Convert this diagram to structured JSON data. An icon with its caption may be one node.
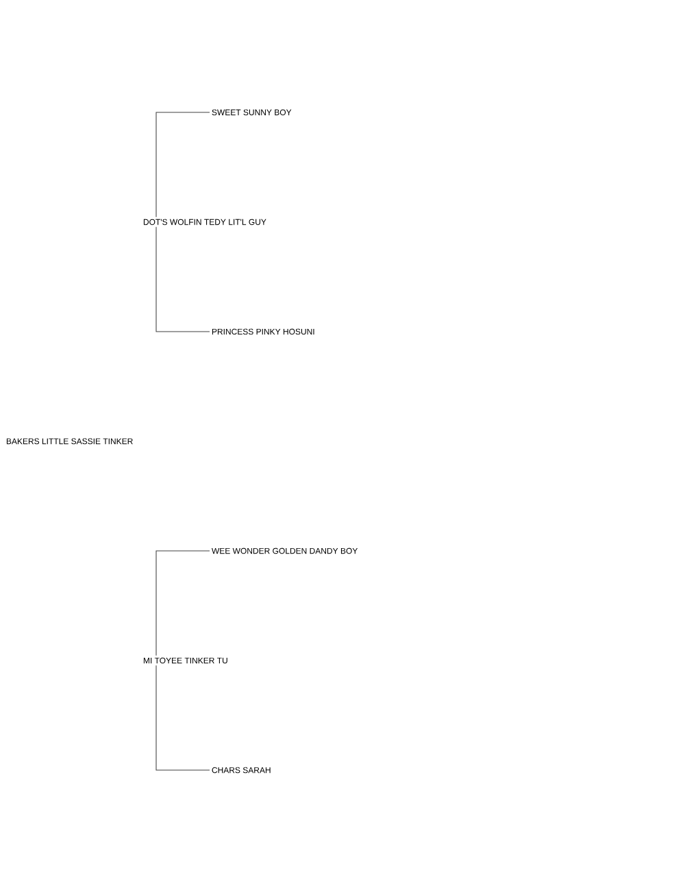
{
  "diagram": {
    "nodes": [
      {
        "text": [
          "BAKERS LITTLE SASSIE TINKER"
        ]
      },
      {
        "text": [
          "DOT'S WOLFIN TEDY LIT'L GUY"
        ]
      },
      {
        "text": [
          "SWEET SUNNY BOY"
        ]
      },
      {
        "text": [
          "PRINCESS PINKY HOSUNI"
        ]
      },
      {
        "text": [
          "MI TOYEE TINKER TU"
        ]
      },
      {
        "text": [
          "WEE WONDER GOLDEN DANDY BOY"
        ]
      },
      {
        "text": [
          "CHARS SARAH"
        ]
      }
    ],
    "edges": [
      {
        "from": 1,
        "to": 2,
        "arrow": "none"
      },
      {
        "from": 1,
        "to": 3,
        "arrow": "none"
      },
      {
        "from": 4,
        "to": 5,
        "arrow": "none"
      },
      {
        "from": 4,
        "to": 6,
        "arrow": "none"
      }
    ]
  }
}
